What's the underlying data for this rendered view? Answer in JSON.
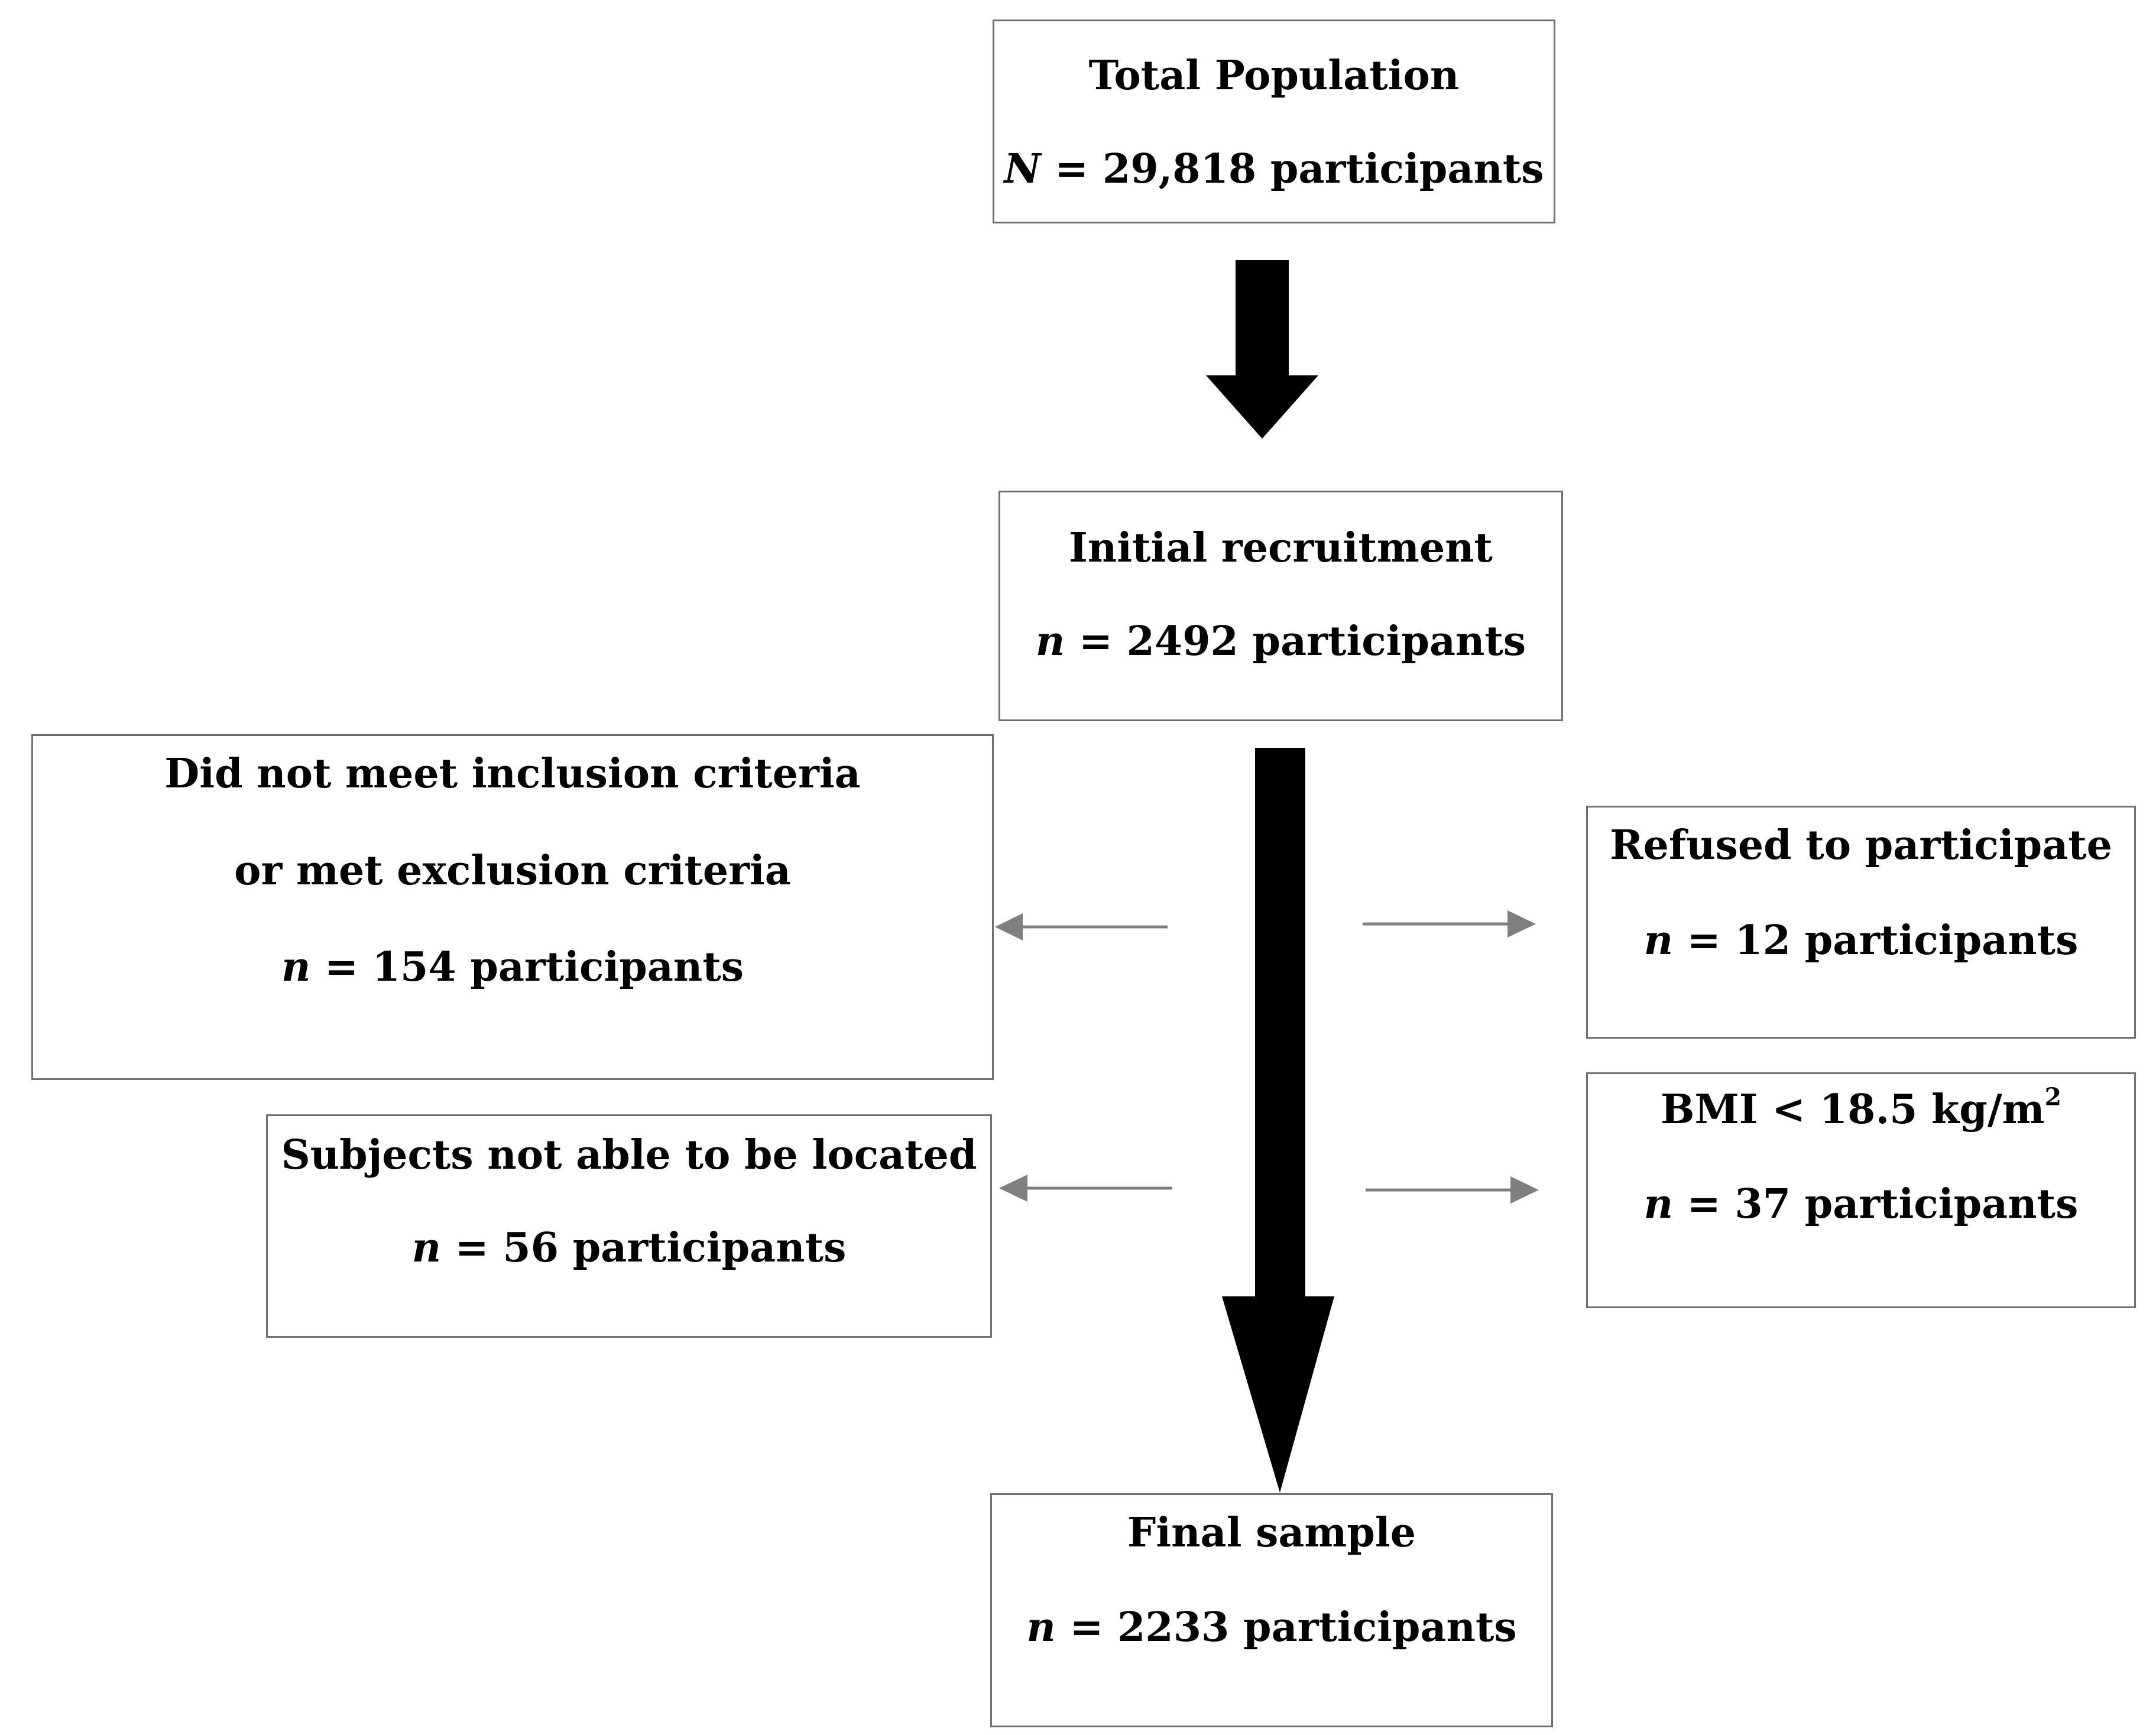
{
  "colors": {
    "box_border": "#6f6f6f",
    "main_arrow": "#000000",
    "side_arrow": "#7f7f7f",
    "background": "#ffffff"
  },
  "boxes": {
    "total_population": {
      "title": "Total Population",
      "count_var": "N",
      "count_rest": " = 29,818 participants"
    },
    "initial_recruitment": {
      "title": "Initial recruitment",
      "count_var": "n",
      "count_rest": " = 2492 participants"
    },
    "inclusion_exclusion": {
      "title_line1": "Did not meet inclusion criteria",
      "title_line2": "or met exclusion criteria",
      "count_var": "n",
      "count_rest": " = 154 participants"
    },
    "refused": {
      "title": "Refused to participate",
      "count_var": "n",
      "count_rest": " = 12 participants"
    },
    "not_located": {
      "title": "Subjects not able to be located",
      "count_var": "n",
      "count_rest": " = 56 participants"
    },
    "bmi": {
      "title_main": "BMI < 18.5 kg/m",
      "title_sup": "2",
      "count_var": "n",
      "count_rest": " = 37 participants"
    },
    "final_sample": {
      "title": "Final sample",
      "count_var": "n",
      "count_rest": " = 2233 participants"
    }
  }
}
